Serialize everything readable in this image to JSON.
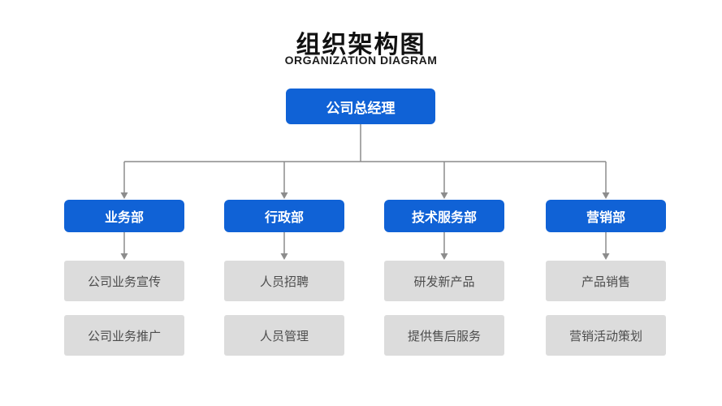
{
  "title": "组织架构图",
  "subtitle": "ORGANIZATION DIAGRAM",
  "root": {
    "label": "公司总经理"
  },
  "departments": [
    {
      "name": "业务部",
      "items": [
        "公司业务宣传",
        "公司业务推广"
      ]
    },
    {
      "name": "行政部",
      "items": [
        "人员招聘",
        "人员管理"
      ]
    },
    {
      "name": "技术服务部",
      "items": [
        "研发新产品",
        "提供售后服务"
      ]
    },
    {
      "name": "营销部",
      "items": [
        "产品销售",
        "营销活动策划"
      ]
    }
  ],
  "colors": {
    "primary_blue": "#1062d6",
    "box_gray": "#dcdcdc",
    "connector_gray": "#8c8c8c",
    "gray_box_text": "#4d4d4d",
    "title_text": "#111111"
  }
}
